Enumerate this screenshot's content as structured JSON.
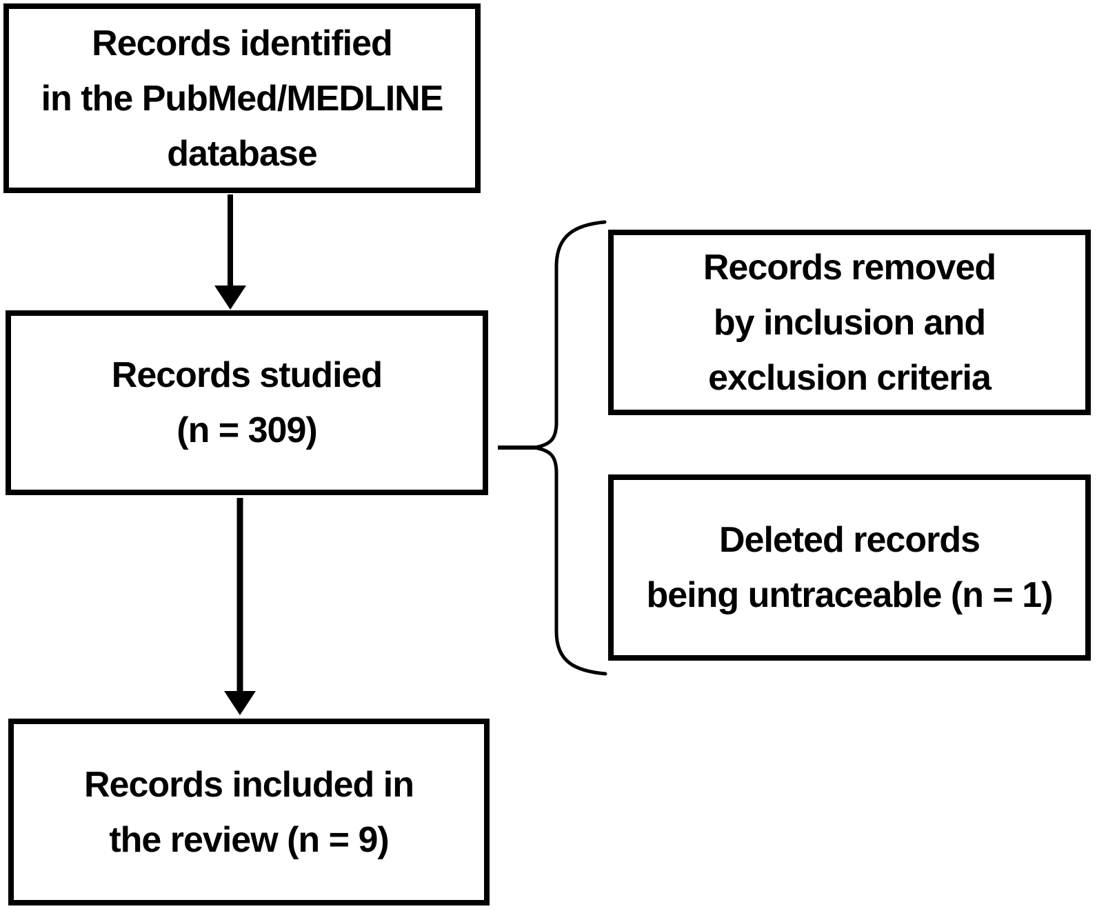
{
  "diagram": {
    "type": "flowchart",
    "background_color": "#ffffff",
    "stroke_color": "#000000",
    "text_color": "#000000",
    "nodes": {
      "records_identified": {
        "lines": [
          "Records identified",
          "in the PubMed/MEDLINE",
          "database"
        ]
      },
      "records_studied": {
        "lines": [
          "Records studied",
          "(n = 309)"
        ]
      },
      "records_included": {
        "lines": [
          "Records included in",
          "the review (n = 9)"
        ]
      },
      "records_removed": {
        "lines": [
          "Records removed",
          "by inclusion and",
          "exclusion criteria"
        ]
      },
      "records_deleted": {
        "lines": [
          "Deleted records",
          "being untraceable (n = 1)"
        ]
      }
    },
    "connectors": {
      "arrow_identified_to_studied": "vertical down arrow",
      "arrow_studied_to_included": "vertical down arrow",
      "brace_studied_to_right_boxes": "curly brace linking Records studied to the two right-hand boxes"
    }
  }
}
